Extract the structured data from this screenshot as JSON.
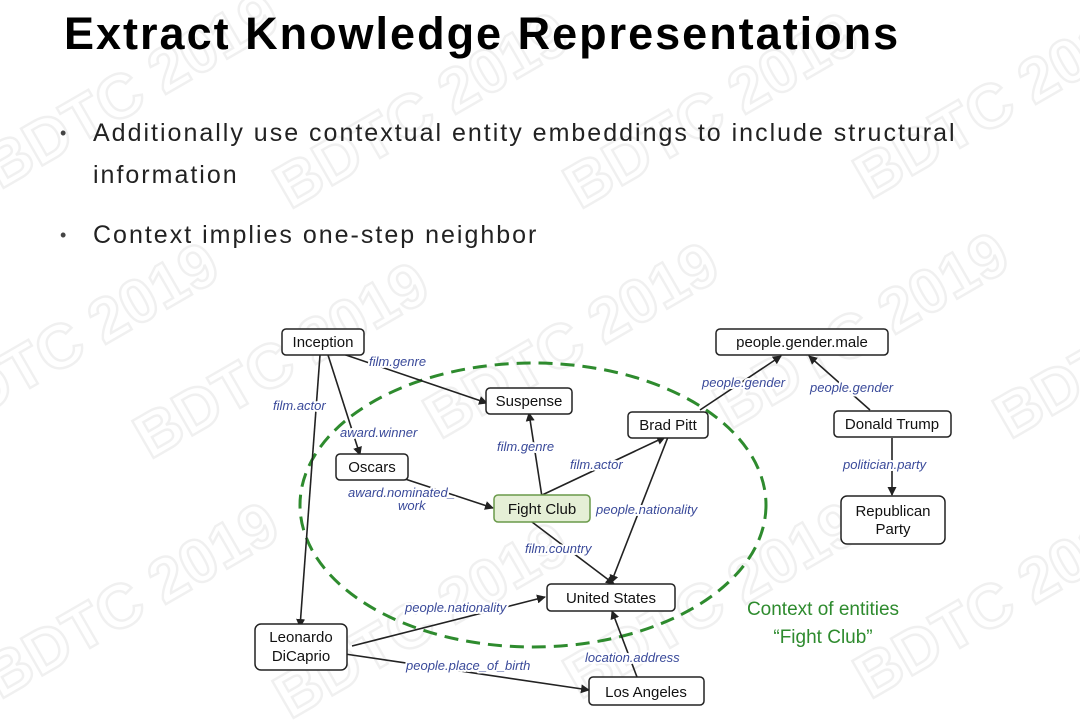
{
  "title": "Extract Knowledge Representations",
  "bullets": [
    {
      "text": "Additionally use contextual entity embeddings to include structural",
      "text2": "information"
    },
    {
      "text": "Context implies one-step neighbor"
    }
  ],
  "watermark": "BDTC 2019",
  "colors": {
    "edge_label": "#3a4a9a",
    "context": "#2e8b2e",
    "focus_fill": "#e5efd6",
    "focus_stroke": "#6a9a4a"
  },
  "diagram": {
    "nodes": {
      "inception": "Inception",
      "gender_male": "people.gender.male",
      "suspense": "Suspense",
      "brad_pitt": "Brad Pitt",
      "donald_trump": "Donald Trump",
      "oscars": "Oscars",
      "fight_club": "Fight Club",
      "republican_line1": "Republican",
      "republican_line2": "Party",
      "united_states": "United States",
      "leonardo_line1": "Leonardo",
      "leonardo_line2": "DiCaprio",
      "los_angeles": "Los Angeles"
    },
    "edges": {
      "inception_suspense": "film.genre",
      "inception_leonardo": "film.actor",
      "inception_oscars": "award.winner",
      "suspense_fightclub": "film.genre",
      "oscars_fightclub_1": "award.nominated_",
      "oscars_fightclub_2": "work",
      "fightclub_bradpitt": "film.actor",
      "bradpitt_gender": "people.gender",
      "trump_gender": "people.gender",
      "trump_party": "politician.party",
      "bradpitt_us": "people.nationality",
      "fightclub_us": "film.country",
      "leonardo_us": "people.nationality",
      "leonardo_la": "people.place_of_birth",
      "la_us": "location.address"
    },
    "context_label_1": "Context of entities",
    "context_label_2": "“Fight Club”"
  }
}
